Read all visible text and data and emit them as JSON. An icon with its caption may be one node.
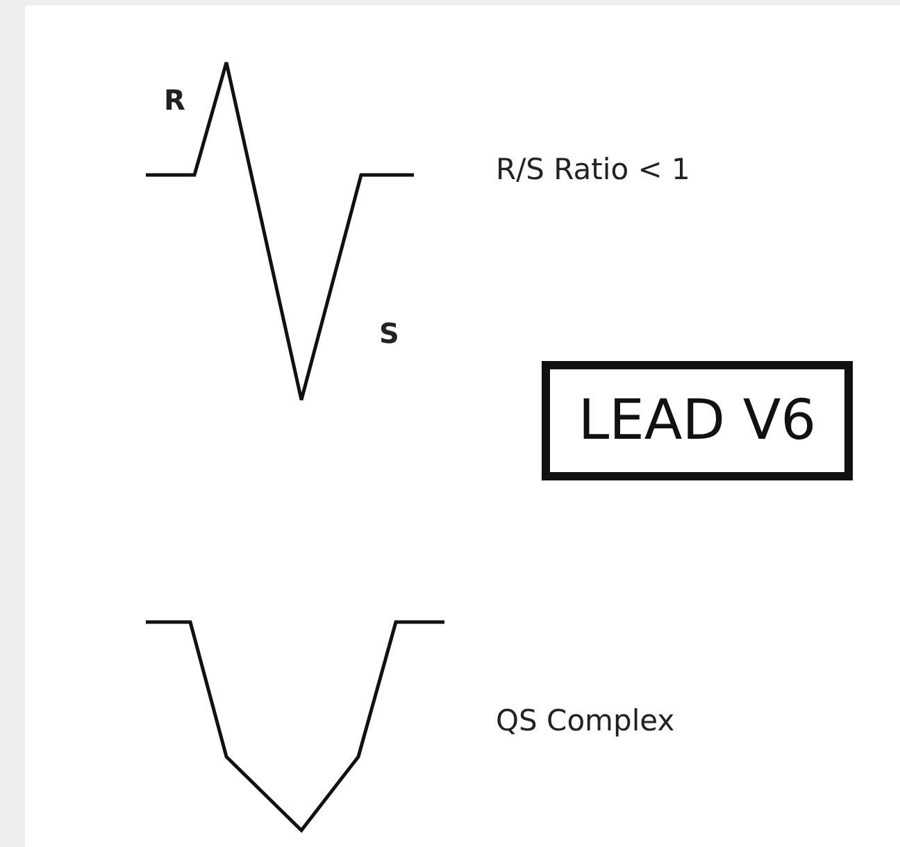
{
  "diagram": {
    "nodes": [
      {
        "text": [
          "LEAD V6"
        ]
      }
    ],
    "labels": [
      "R",
      "R/S Ratio < 1",
      "S",
      "QS Complex"
    ]
  }
}
